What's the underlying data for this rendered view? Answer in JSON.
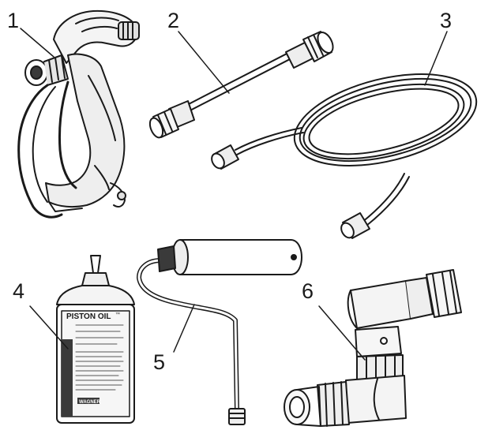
{
  "callouts": [
    {
      "id": "1",
      "label": "1"
    },
    {
      "id": "2",
      "label": "2"
    },
    {
      "id": "3",
      "label": "3"
    },
    {
      "id": "4",
      "label": "4"
    },
    {
      "id": "5",
      "label": "5"
    },
    {
      "id": "6",
      "label": "6"
    }
  ],
  "oil_bottle": {
    "brand": "PISTON OIL",
    "trademark": "™",
    "maker": "WAGNER"
  },
  "colors": {
    "line": "#1a1a1a",
    "shade": "#e6e6e6",
    "dark": "#3a3a3a"
  }
}
